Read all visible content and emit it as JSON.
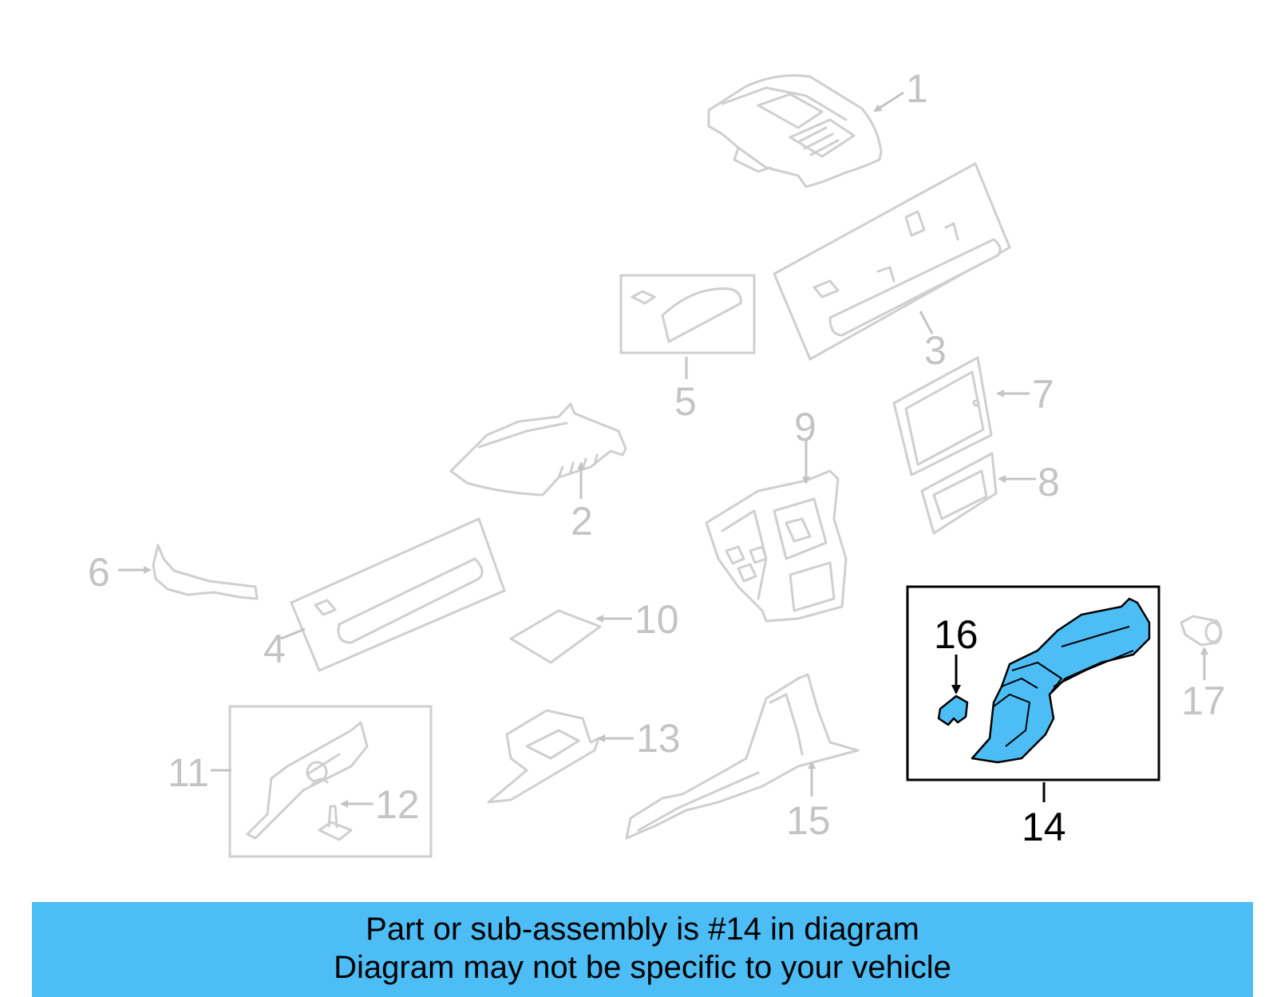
{
  "diagram": {
    "callouts": [
      {
        "id": "1",
        "text": "1"
      },
      {
        "id": "2",
        "text": "2"
      },
      {
        "id": "3",
        "text": "3"
      },
      {
        "id": "4",
        "text": "4"
      },
      {
        "id": "5",
        "text": "5"
      },
      {
        "id": "6",
        "text": "6"
      },
      {
        "id": "7",
        "text": "7"
      },
      {
        "id": "8",
        "text": "8"
      },
      {
        "id": "9",
        "text": "9"
      },
      {
        "id": "10",
        "text": "10"
      },
      {
        "id": "11",
        "text": "11"
      },
      {
        "id": "12",
        "text": "12"
      },
      {
        "id": "13",
        "text": "13"
      },
      {
        "id": "14",
        "text": "14"
      },
      {
        "id": "15",
        "text": "15"
      },
      {
        "id": "16",
        "text": "16"
      },
      {
        "id": "17",
        "text": "17"
      }
    ],
    "highlighted_part": "14",
    "colors": {
      "highlight": "#4dbdf5",
      "inactive": "#c4c4c4",
      "active": "#000000"
    }
  },
  "banner": {
    "line1": "Part or sub-assembly is #14 in diagram",
    "line2": "Diagram may not be specific to your vehicle"
  }
}
